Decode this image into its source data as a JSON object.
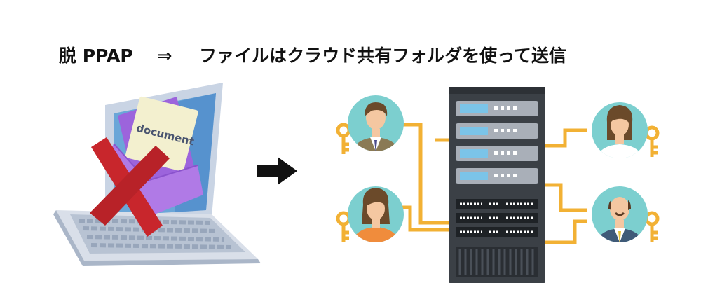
{
  "title": {
    "left": "脱 PPAP",
    "arrow": "⇒",
    "right": "ファイルはクラウド共有フォルダを使って送信"
  },
  "laptop": {
    "document_label": "document"
  },
  "icons": {
    "laptop": "laptop-with-email-icon",
    "cross": "red-x-cross-icon",
    "transition": "right-arrow-icon",
    "server": "server-rack-icon",
    "key": "key-icon",
    "user": "user-avatar-icon"
  },
  "colors": {
    "connector": "#f2b134",
    "key": "#f2b134",
    "avatar_bg": "#7ccfcf",
    "cross": "#c8262c",
    "server_body": "#3b4046",
    "server_screen": "#7bc4e8",
    "envelope": "#a46ee0"
  }
}
